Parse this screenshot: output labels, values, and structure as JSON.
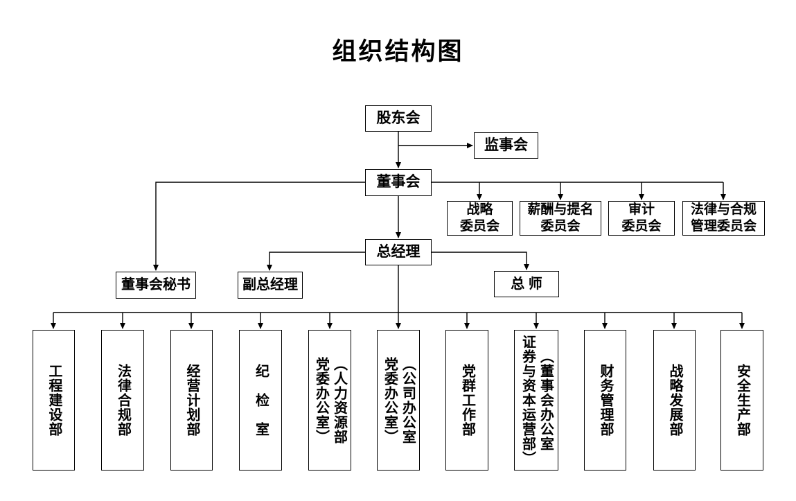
{
  "title": "组织结构图",
  "nodes": {
    "shareholders": "股东会",
    "supervisory_board": "监事会",
    "board_of_directors": "董事会",
    "general_manager": "总经理",
    "board_secretary": "董事会秘书",
    "deputy_general_manager": "副总经理",
    "chief_engineer": "总 师",
    "committees": [
      {
        "lines": [
          "战略",
          "委员会"
        ]
      },
      {
        "lines": [
          "薪酬与提名",
          "委员会"
        ]
      },
      {
        "lines": [
          "审计",
          "委员会"
        ]
      },
      {
        "lines": [
          "法律与合规",
          "管理委员会"
        ]
      }
    ],
    "departments": [
      {
        "columns": [
          "工程建设部"
        ]
      },
      {
        "columns": [
          "法律合规部"
        ]
      },
      {
        "columns": [
          "经营计划部"
        ]
      },
      {
        "columns": [
          "纪　检　室"
        ]
      },
      {
        "columns": [
          "（人力资源部",
          "党委办公室）"
        ]
      },
      {
        "columns": [
          "（公司办公室",
          "党委办公室）"
        ]
      },
      {
        "columns": [
          "党群工作部"
        ]
      },
      {
        "columns": [
          "（董事会办公室",
          "证券与资本运营部）"
        ]
      },
      {
        "columns": [
          "财务管理部"
        ]
      },
      {
        "columns": [
          "战略发展部"
        ]
      },
      {
        "columns": [
          "安全生产部"
        ]
      }
    ]
  },
  "colors": {
    "background": "#ffffff",
    "line": "#000000",
    "box_border": "#000000",
    "text": "#000000"
  }
}
